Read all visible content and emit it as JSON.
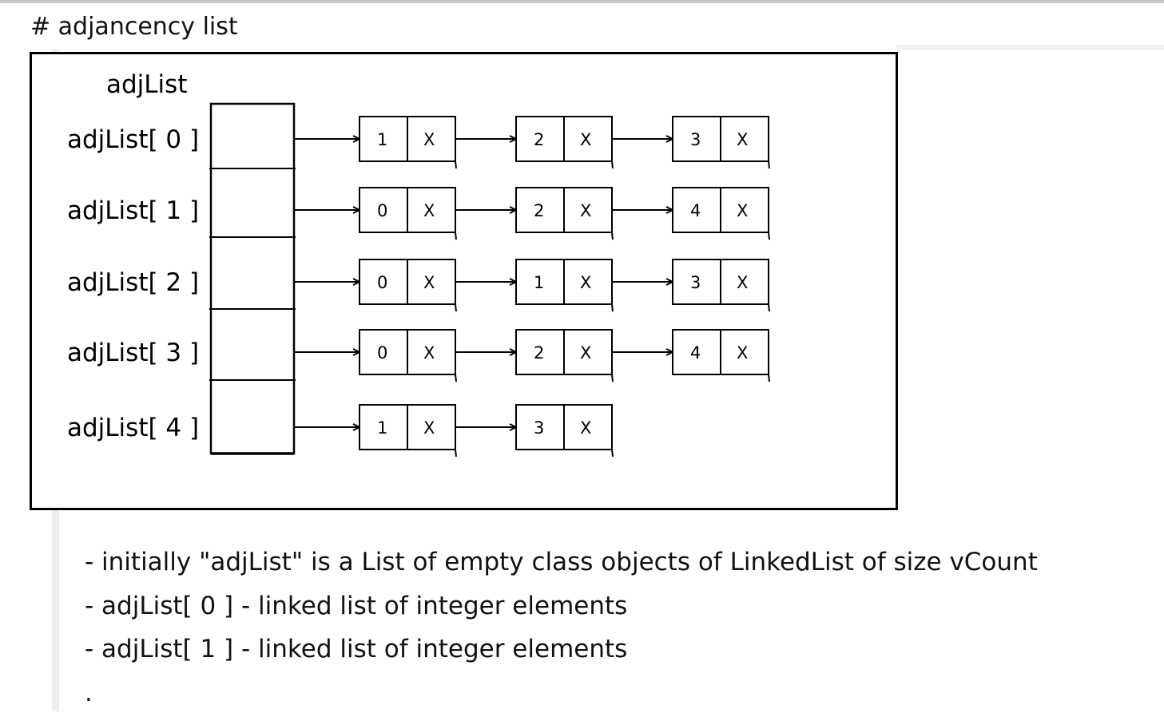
{
  "heading": "# adjancency list",
  "diagram": {
    "array_title": "adjList",
    "rows": [
      {
        "label": "adjList[ 0 ]",
        "nodes": [
          "1",
          "2",
          "3"
        ]
      },
      {
        "label": "adjList[ 1 ]",
        "nodes": [
          "0",
          "2",
          "4"
        ]
      },
      {
        "label": "adjList[ 2 ]",
        "nodes": [
          "0",
          "1",
          "3"
        ]
      },
      {
        "label": "adjList[ 3 ]",
        "nodes": [
          "0",
          "2",
          "4"
        ]
      },
      {
        "label": "adjList[ 4 ]",
        "nodes": [
          "1",
          "3"
        ]
      }
    ],
    "null_marker": "X"
  },
  "notes": [
    "- initially \"adjList\" is a List of empty class objects of LinkedList of size vCount",
    "- adjList[ 0 ] - linked list of integer elements",
    "- adjList[ 1 ] - linked list of integer elements",
    "."
  ]
}
